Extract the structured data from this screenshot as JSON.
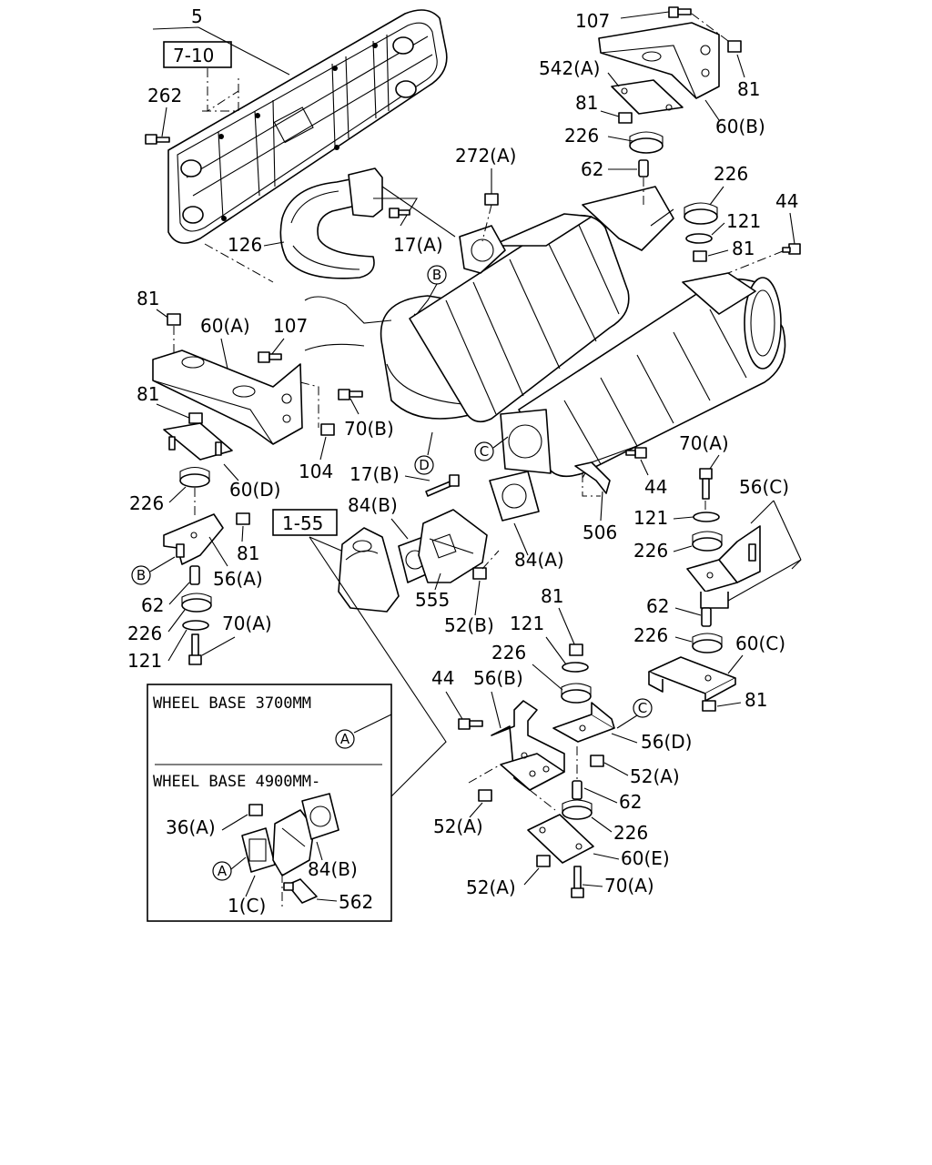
{
  "labels": {
    "l5": "5",
    "l7_10": "7-10",
    "l262": "262",
    "l126": "126",
    "l17a_top": "17(A)",
    "l272a": "272(A)",
    "l107_top": "107",
    "l542a": "542(A)",
    "l81_tr1": "81",
    "l81_tr2": "81",
    "l226_tr": "226",
    "l60b": "60(B)",
    "l62_tr": "62",
    "l226_tr2": "226",
    "l121_tr": "121",
    "l81_tr3": "81",
    "l44_tr": "44",
    "l81_l1": "81",
    "l60a": "60(A)",
    "l107_l": "107",
    "l81_l2": "81",
    "l104": "104",
    "l70b": "70(B)",
    "l60d": "60(D)",
    "l226_l1": "226",
    "l81_l3": "81",
    "l56a": "56(A)",
    "l62_l": "62",
    "l226_l2": "226",
    "l70a_l": "70(A)",
    "l121_l": "121",
    "l1_55": "1-55",
    "l17b": "17(B)",
    "l84b_c": "84(B)",
    "l555": "555",
    "l52b": "52(B)",
    "l84a": "84(A)",
    "l506": "506",
    "l44_c": "44",
    "l70a_r": "70(A)",
    "l121_r": "121",
    "l226_r1": "226",
    "l56c": "56(C)",
    "l62_r": "62",
    "l226_r2": "226",
    "l60c": "60(C)",
    "l81_r": "81",
    "l81_b": "81",
    "l121_b": "121",
    "l226_b": "226",
    "l44_b": "44",
    "l56b": "56(B)",
    "l56d": "56(D)",
    "l52a_b1": "52(A)",
    "l52a_b2": "52(A)",
    "l62_b": "62",
    "l226_b2": "226",
    "l60e": "60(E)",
    "l52a_b3": "52(A)",
    "l70a_b": "70(A)",
    "l36a": "36(A)",
    "l84b_box": "84(B)",
    "l1c": "1(C)",
    "l562": "562"
  },
  "callouts": {
    "b1": "B",
    "b2": "B",
    "c1": "C",
    "c2": "C",
    "d1": "D",
    "a1": "A",
    "a2": "A"
  },
  "inset": {
    "line1": "WHEEL BASE 3700MM",
    "line2": "WHEEL BASE 4900MM-"
  }
}
